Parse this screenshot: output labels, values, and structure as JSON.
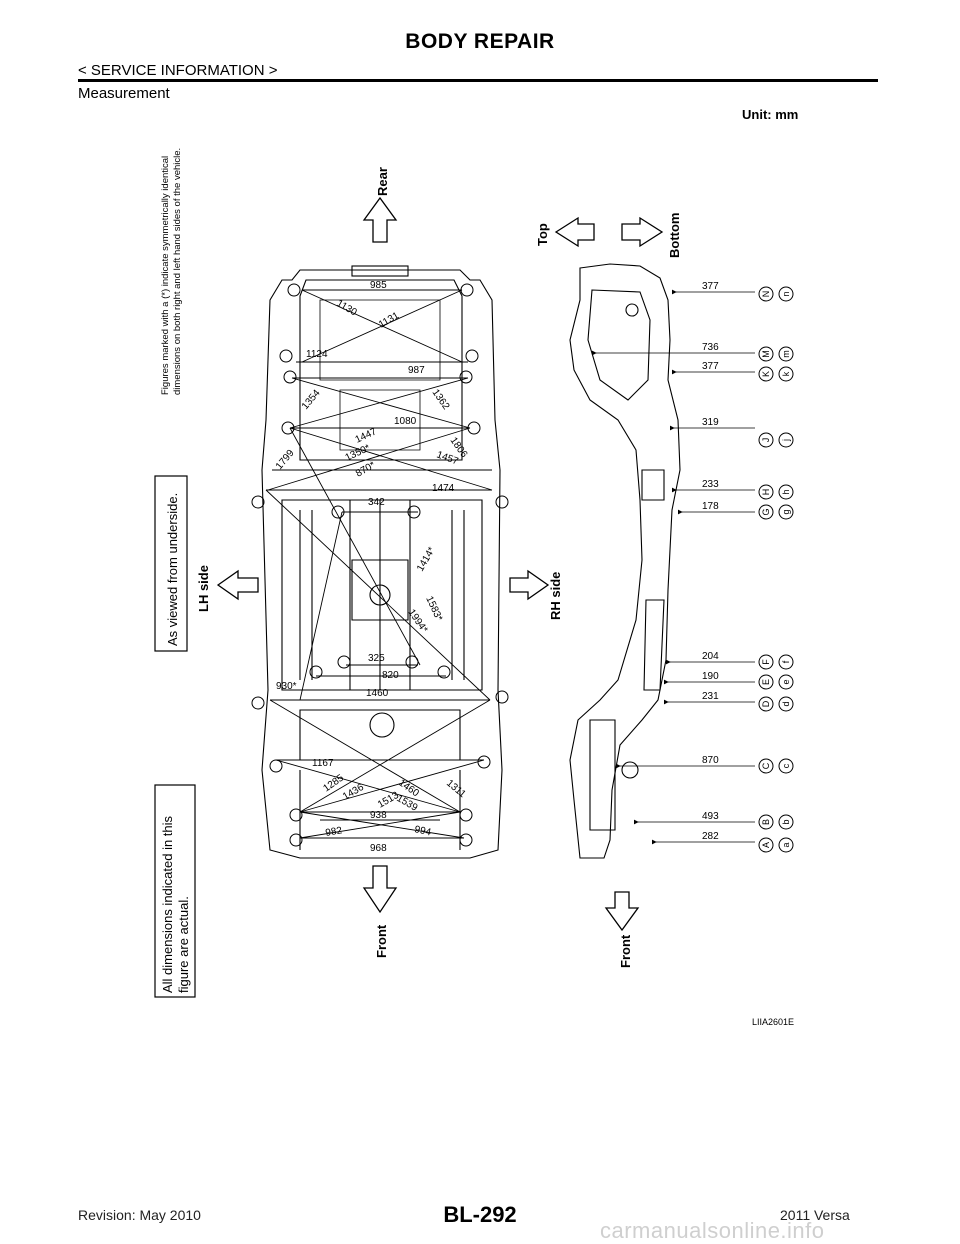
{
  "header": {
    "title": "BODY REPAIR",
    "service_info": "< SERVICE INFORMATION >",
    "section": "Measurement"
  },
  "diagram": {
    "unit": "Unit: mm",
    "symmetric_note_line1": "Figures marked with a (*) indicate symmetrically identical",
    "symmetric_note_line2": "dimensions on both right and left hand sides of the vehicle.",
    "viewed_from": "As viewed from underside.",
    "actual_line1": "All dimensions indicated in this",
    "actual_line2": "figure are actual.",
    "arrows": {
      "rear": "Rear",
      "top": "Top",
      "bottom": "Bottom",
      "lh_side": "LH side",
      "rh_side": "RH side",
      "front_left": "Front",
      "front_right": "Front"
    },
    "underbody_dimensions": [
      "985",
      "1130",
      "1131",
      "1124",
      "987",
      "1354",
      "1362",
      "1080",
      "1447",
      "1806",
      "1799",
      "1350*",
      "1457",
      "870*",
      "1474",
      "342",
      "1414*",
      "1583*",
      "1994*",
      "325",
      "820",
      "930*",
      "1460",
      "1167",
      "1285",
      "1436",
      "1460",
      "1311",
      "1513",
      "1539",
      "938",
      "982",
      "994",
      "968"
    ],
    "side_dimensions": [
      "377",
      "736",
      "377",
      "319",
      "233",
      "178",
      "204",
      "190",
      "231",
      "870",
      "493",
      "282"
    ],
    "side_point_pairs": [
      [
        "N",
        "n"
      ],
      [
        "M",
        "m"
      ],
      [
        "K",
        "k"
      ],
      [
        "J",
        "j"
      ],
      [
        "H",
        "h"
      ],
      [
        "G",
        "g"
      ],
      [
        "F",
        "f"
      ],
      [
        "E",
        "e"
      ],
      [
        "D",
        "d"
      ],
      [
        "C",
        "c"
      ],
      [
        "B",
        "b"
      ],
      [
        "A",
        "a"
      ]
    ],
    "figure_id": "LIIA2601E"
  },
  "footer": {
    "revision": "Revision: May 2010",
    "page_number": "BL-292",
    "model": "2011 Versa",
    "watermark": "carmanualsonline.info"
  }
}
